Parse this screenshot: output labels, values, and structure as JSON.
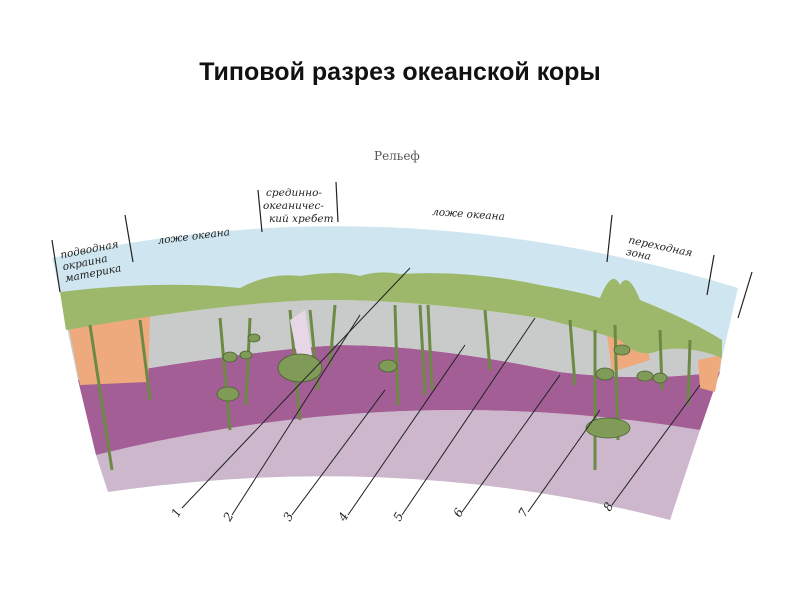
{
  "title": "Типовой разрез океанской коры",
  "relief_label": "Рельеф",
  "zones": {
    "margin": [
      "подводная",
      "окраина",
      "материка"
    ],
    "floor_left": "ложе океана",
    "ridge": [
      "срединно-",
      "океаничес-",
      "кий хребет"
    ],
    "floor_right": "ложе океана",
    "transition": [
      "переходная",
      "зона"
    ]
  },
  "numbers": [
    "1",
    "2",
    "3",
    "4",
    "5",
    "6",
    "7",
    "8"
  ],
  "colors": {
    "water": "#cfe6f0",
    "sediment": "#9db86a",
    "orange_layer": "#eea97c",
    "gray_layer": "#c9cbcb",
    "magenta_layer": "#a35f95",
    "lower_layer": "#ccb7cc",
    "dike": "#6d8a45"
  }
}
